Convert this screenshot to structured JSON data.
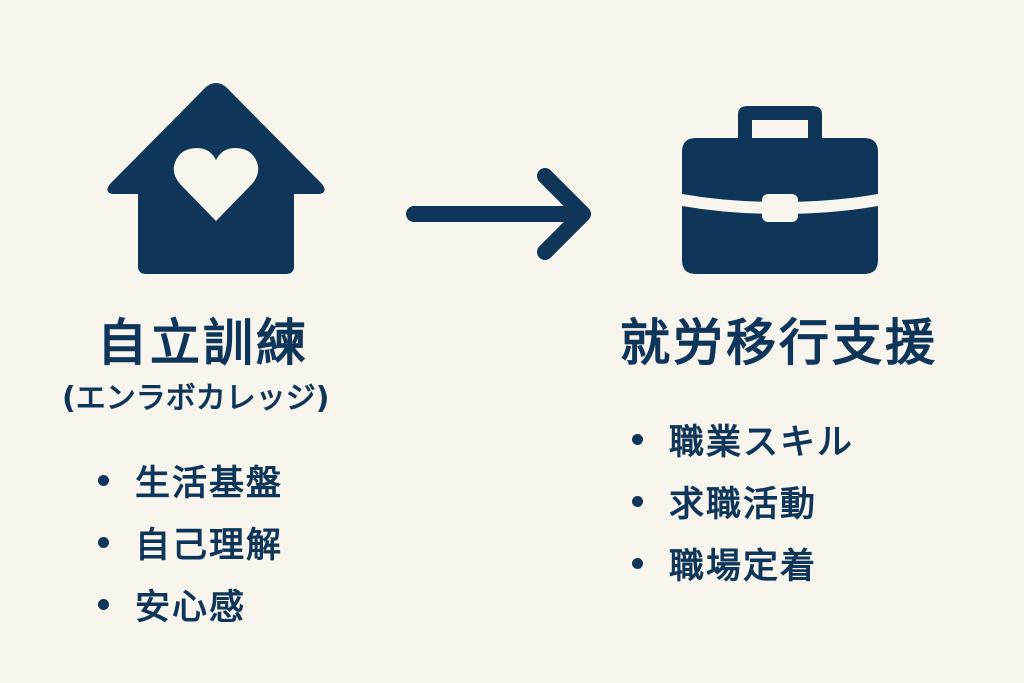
{
  "colors": {
    "background": "#f8f5ee",
    "primary": "#0f3559"
  },
  "left": {
    "icon": "house-heart-icon",
    "title": "自立訓練",
    "subtitle": "(エンラボカレッジ)",
    "items": [
      "生活基盤",
      "自己理解",
      "安心感"
    ]
  },
  "connector": {
    "icon": "arrow-right-icon"
  },
  "right": {
    "icon": "briefcase-icon",
    "title": "就労移行支援",
    "items": [
      "職業スキル",
      "求職活動",
      "職場定着"
    ]
  }
}
